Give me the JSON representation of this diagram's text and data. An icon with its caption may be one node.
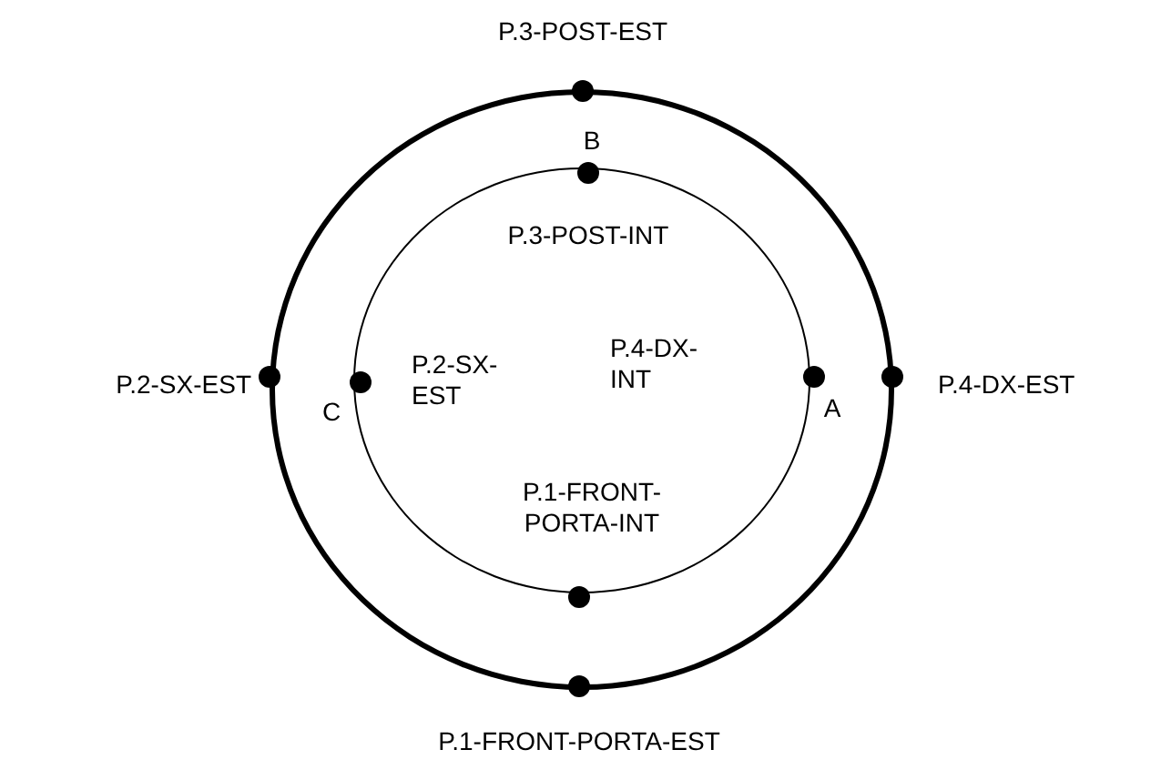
{
  "diagram": {
    "nodes": [
      {
        "text": [],
        "shape": "circle"
      },
      {
        "text": [],
        "shape": "circle",
        "in": 0
      }
    ],
    "labels": [
      "P.3-POST-EST",
      "B",
      "P.3-POST-INT",
      "P.4-DX-INT",
      "P.2-SX-EST",
      "P.2-SX-EST",
      "P.4-DX-EST",
      "A",
      "C",
      "P.1-FRONT-PORTA-INT",
      "P.1-FRONT-PORTA-EST"
    ]
  }
}
